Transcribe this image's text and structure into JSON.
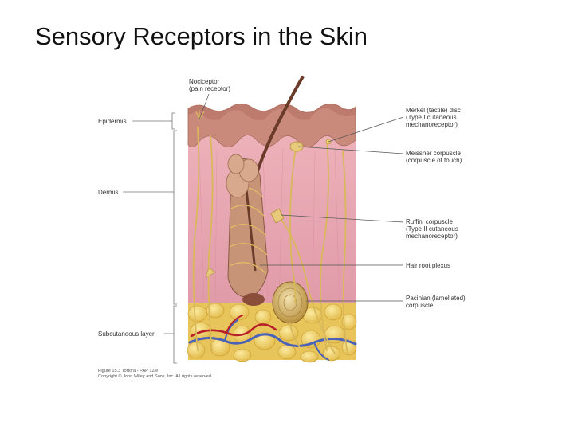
{
  "slide": {
    "title": "Sensory Receptors in the Skin"
  },
  "labels_left": {
    "epidermis": "Epidermis",
    "dermis": "Dermis",
    "subcutaneous": "Subcutaneous layer"
  },
  "labels_top": {
    "nociceptor_line1": "Nociceptor",
    "nociceptor_line2": "(pain receptor)"
  },
  "labels_right": {
    "merkel_line1": "Merkel (tactile) disc",
    "merkel_line2": "(Type I cutaneous",
    "merkel_line3": "mechanoreceptor)",
    "meissner_line1": "Meissner corpuscle",
    "meissner_line2": "(corpuscle of touch)",
    "ruffini_line1": "Ruffini corpuscle",
    "ruffini_line2": "(Type II cutaneous",
    "ruffini_line3": "mechanoreceptor)",
    "hair_root": "Hair root plexus",
    "pacinian_line1": "Pacinian (lamellated)",
    "pacinian_line2": "corpuscle"
  },
  "caption": {
    "line1": "Figure 15.3 Tortora - PAP 12/e",
    "line2": "Copyright © John Wiley and Sons, Inc. All rights reserved."
  },
  "colors": {
    "epidermis": "#c9897a",
    "dermis": "#e8a8b4",
    "fat": "#f2d46a",
    "nerve": "#d8b85a",
    "vein": "#4a63b8",
    "artery": "#b8202a",
    "hair": "#6b3b2a"
  }
}
